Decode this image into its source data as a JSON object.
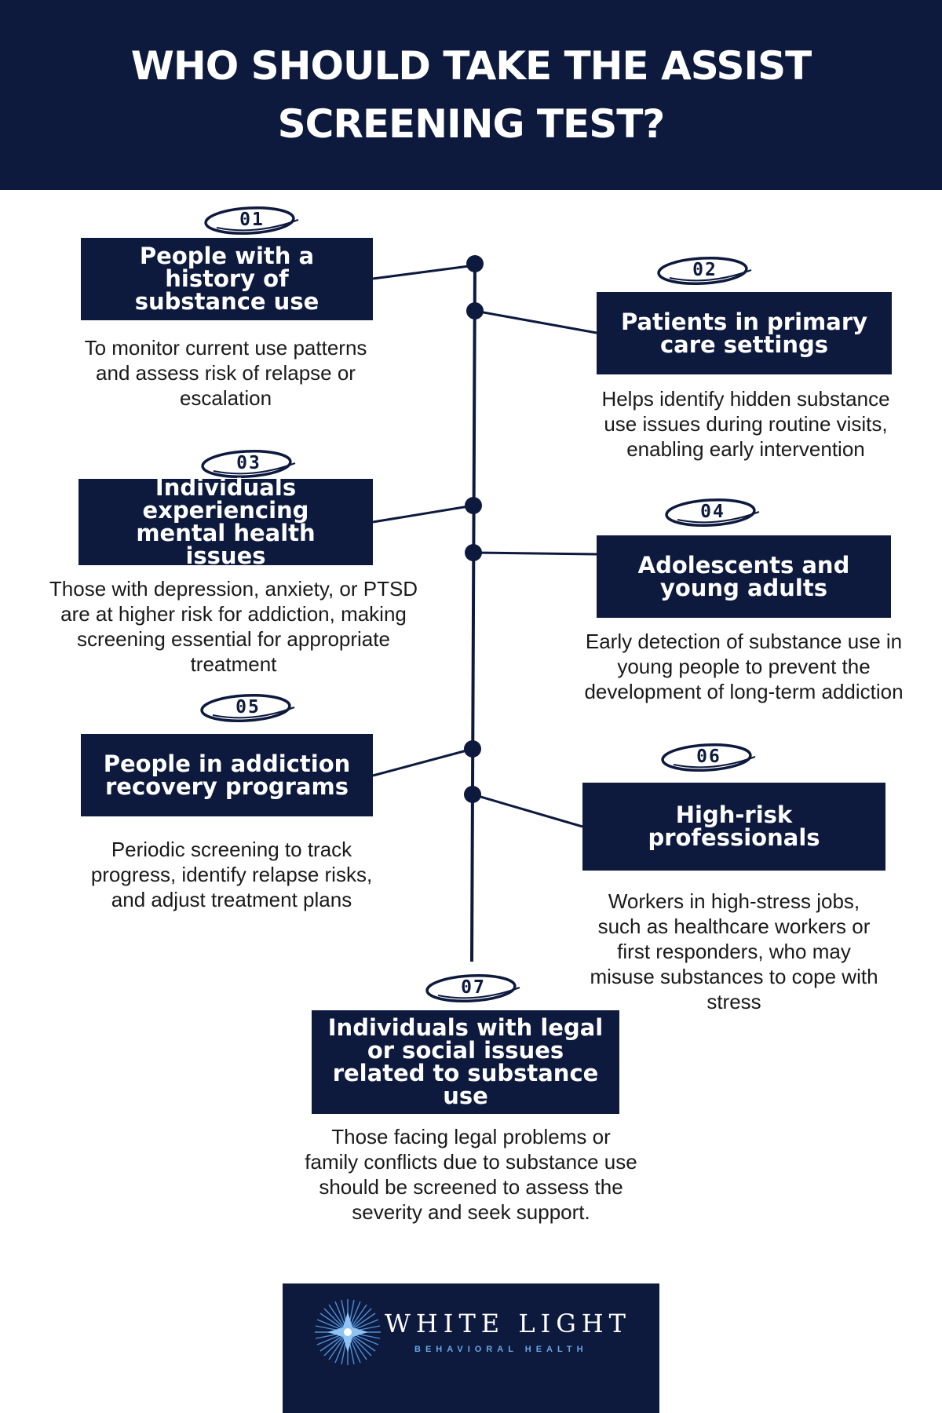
{
  "header": {
    "title": "WHO SHOULD TAKE THE ASSIST SCREENING TEST?"
  },
  "items": [
    {
      "num": "01",
      "title": "People with a history of substance use",
      "desc": "To monitor current use patterns and assess risk of relapse or escalation"
    },
    {
      "num": "02",
      "title": "Patients in primary care settings",
      "desc": "Helps identify hidden substance use issues during routine visits, enabling early intervention"
    },
    {
      "num": "03",
      "title": "Individuals experiencing mental health issues",
      "desc": "Those with depression, anxiety, or PTSD are at higher risk for addiction, making screening essential for appropriate treatment"
    },
    {
      "num": "04",
      "title": "Adolescents and young adults",
      "desc": "Early detection of substance use in young people to prevent the development of long-term addiction"
    },
    {
      "num": "05",
      "title": "People in addiction recovery programs",
      "desc": "Periodic screening to track progress, identify relapse risks, and adjust treatment plans"
    },
    {
      "num": "06",
      "title": "High-risk professionals",
      "desc": "Workers in high-stress jobs, such as healthcare workers or first responders, who may misuse substances to cope with stress"
    },
    {
      "num": "07",
      "title": "Individuals with legal or social issues related to substance use",
      "desc": "Those facing legal problems or family conflicts due to substance use should be screened to assess the severity and seek support."
    }
  ],
  "footer": {
    "brand_name": "WHITE LIGHT",
    "brand_sub": "BEHAVIORAL HEALTH"
  },
  "colors": {
    "navy": "#0d1a3e",
    "accent_blue": "#6aa7e4",
    "text": "#1a1a1a"
  }
}
